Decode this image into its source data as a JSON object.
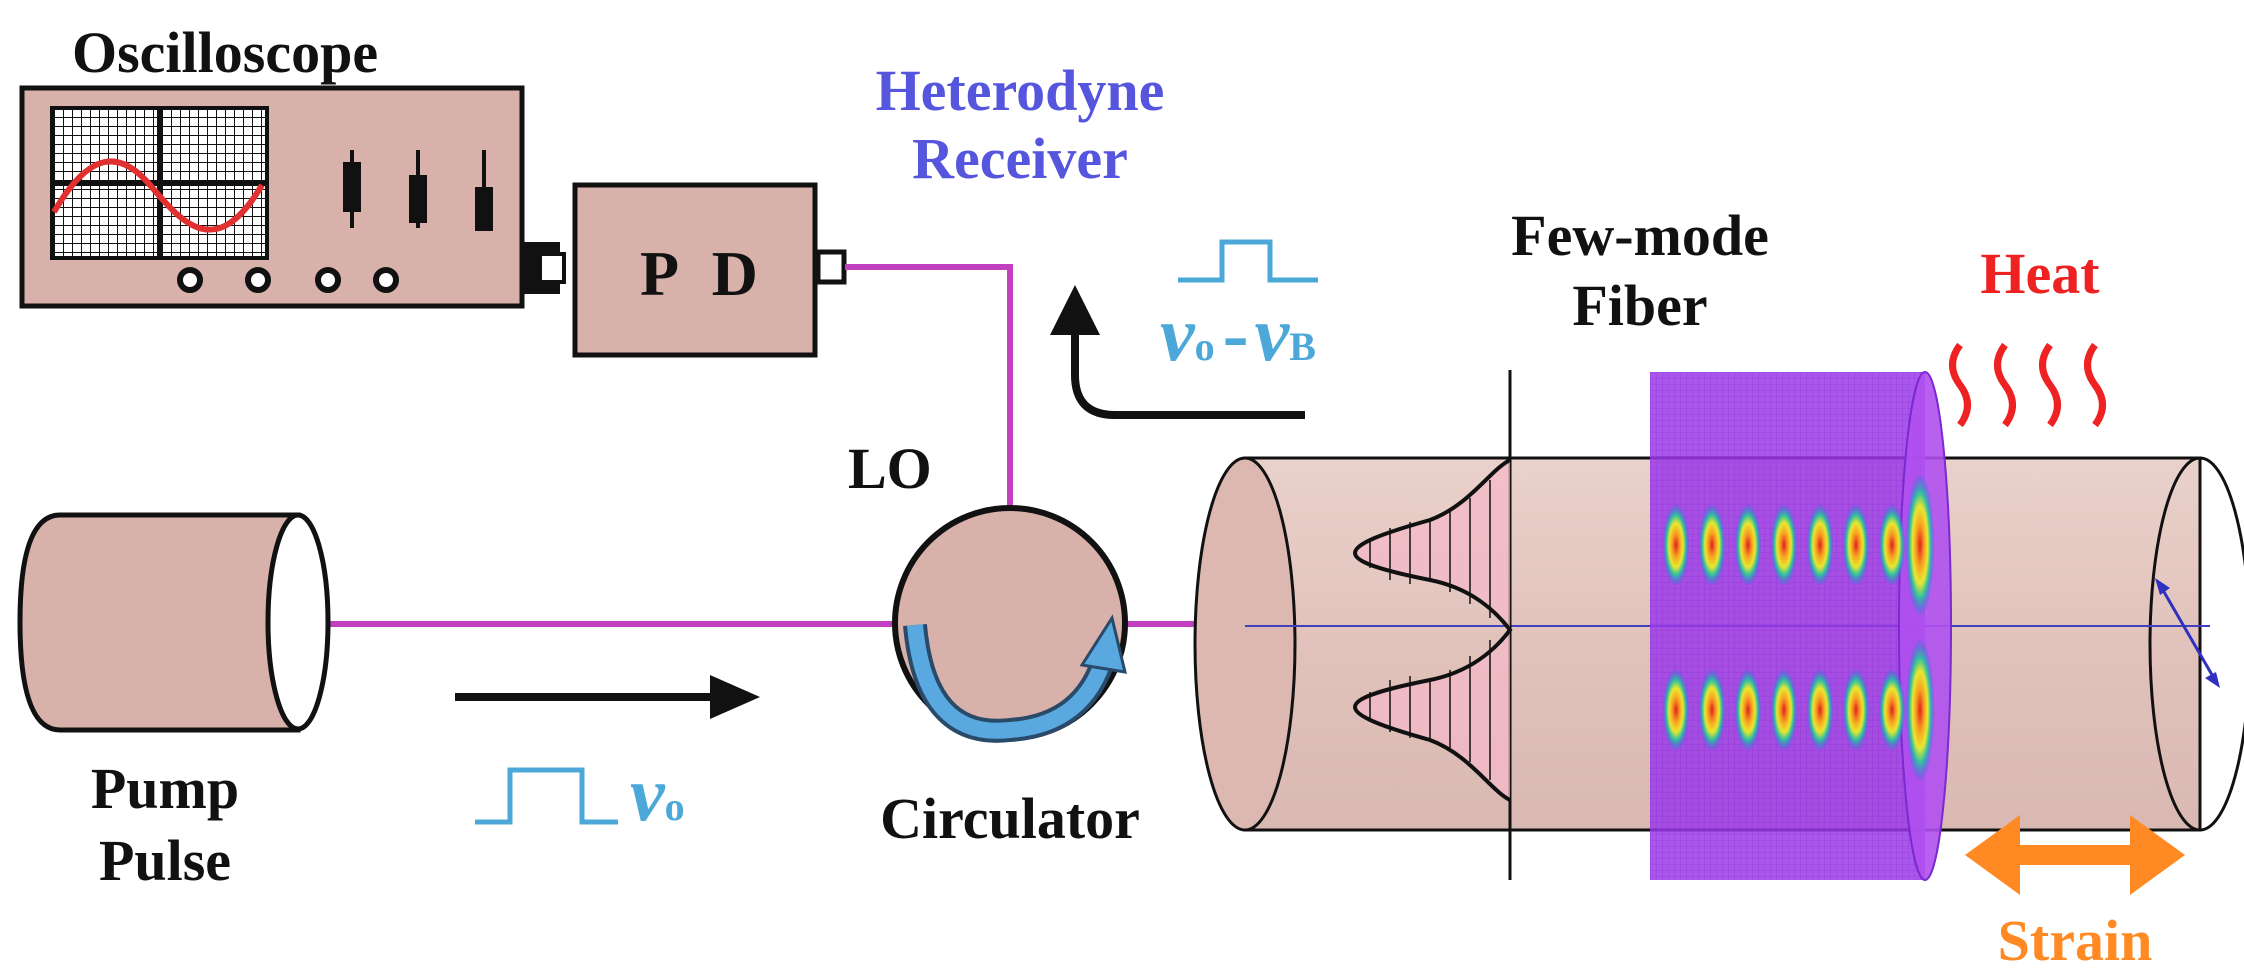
{
  "labels": {
    "oscilloscope": "Oscilloscope",
    "pd": "P D",
    "heterodyne_line1": "Heterodyne",
    "heterodyne_line2": "Receiver",
    "few_mode_line1": "Few-mode",
    "few_mode_line2": "Fiber",
    "heat": "Heat",
    "strain": "Strain",
    "lo": "LO",
    "circulator": "Circulator",
    "pump_line1": "Pump",
    "pump_line2": "Pulse"
  },
  "frequencies": {
    "pump_symbol": "ν",
    "pump_sub": "o",
    "return_symbol_1": "ν",
    "return_sub_1": "o",
    "return_minus": "-",
    "return_symbol_2": "ν",
    "return_sub_2": "B"
  },
  "colors": {
    "fiber_line": "#c040c0",
    "device_fill": "#d8b2aa",
    "label_blue": "#5555dd",
    "heat_red": "#ee2222",
    "strain_orange": "#ff8a24",
    "pulse_cyan": "#4ba8d8"
  }
}
